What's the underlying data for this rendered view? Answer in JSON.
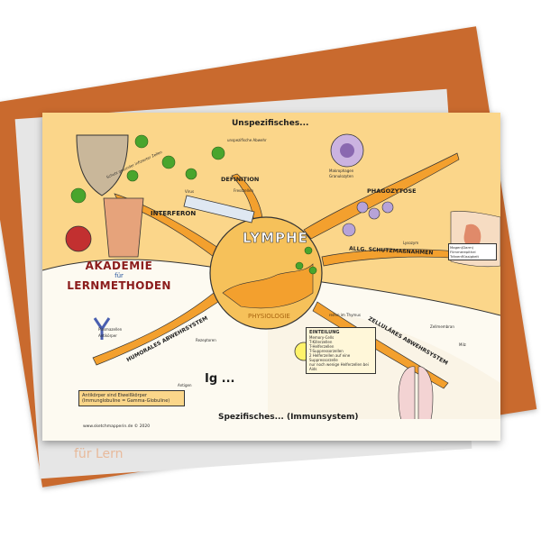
{
  "watermark": {
    "brand_line1": "AKADEMIE",
    "brand_line2": "für",
    "brand_line3": "LERNMETHODEN",
    "shadow_text": "für Lern"
  },
  "poster": {
    "title_top": "Unspezifisches...",
    "title_bottom": "Spezifisches... (Immunsystem)",
    "center_title": "LYMPHE",
    "center_subtitle": "PHYSIOLOGIE",
    "footer": "www.sketchmapperin.de © 2020",
    "branches": {
      "interferon": "INTERFERON",
      "definition": "DEFINITION",
      "phagozytose": "PHAGOZYTOSE",
      "schutz": "ALLG. SCHUTZMAßNAHMEN",
      "humorales": "HUMORALES ABWEHRSYSTEM",
      "zellulaeres": "ZELLULÄRES ABWEHRSYSTEM"
    },
    "stomach_label": "Magen(Darm) Flimmerepithel Tränenflüssigkeit",
    "einteilung": {
      "heading": "EINTEILUNG",
      "items": [
        "Memory-Cells",
        "T-Killerzellen",
        "T-Helferzellen",
        "T-Suppressorzellen",
        "2 Helferzellen auf eine Suppressorzelle",
        "nur noch wenige Helferzellen bei Aids"
      ]
    },
    "antibody_box": "Antikörper sind Eiweißkörper (Immunglobuline = Gamma-Globuline)",
    "ig_label": "Ig ...",
    "notes": {
      "infiziert": "Schutz gesunder infizierter Zellen",
      "virus": "Virus",
      "unspez_abwehr": "unspezifische Abwehr",
      "fresszellen": "Fresszellen",
      "makrophagen": "Makrophagen",
      "granulozyten": "Granulozyten",
      "lysozym": "Lysozym",
      "plasmazellen": "Plasmazellen",
      "antikoerper": "Antikörper",
      "rezeptoren": "Rezeptoren",
      "thymus": "reifen im Thymus",
      "milz": "Milz",
      "antigen": "Antigen",
      "zellmembran": "Zellmembran"
    }
  },
  "colors": {
    "poster_bg": "#fbd68a",
    "branch": "#f3a02e",
    "center": "#f6c15a",
    "virus": "#49a52d",
    "white_band": "#fdfaf1"
  }
}
